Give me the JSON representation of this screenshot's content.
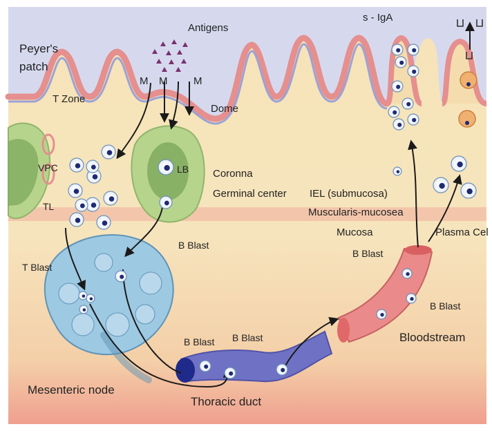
{
  "labels": {
    "peyers_patch_line1": "Peyer's",
    "peyers_patch_line2": "patch",
    "antigens": "Antigens",
    "siga": "s - IgA",
    "m1": "M",
    "m2": "M",
    "m3": "M",
    "t_zone": "T Zone",
    "dome": "Dome",
    "vpc": "VPC",
    "lb": "LB",
    "coronna": "Coronna",
    "germinal_center": "Germinal center",
    "tl": "TL",
    "iel": "IEL (submucosa)",
    "muscularis": "Muscularis-mucosea",
    "mucosa": "Mucosa",
    "plasma_cell": "Plasma Cel",
    "b_blast_node": "B Blast",
    "t_blast": "T Blast",
    "b_blast_vessel_top": "B Blast",
    "b_blast_vessel_right": "B Blast",
    "bloodstream": "Bloodstream",
    "b_blast_duct_1": "B Blast",
    "b_blast_duct_2": "B Blast",
    "mesenteric_node": "Mesenteric node",
    "thoracic_duct": "Thoracic duct"
  },
  "colors": {
    "lumen": "#d6d9ee",
    "epithelium": "#e58f8f",
    "lamina": "#f5dcae",
    "muscularis_band": "#f2b9a4",
    "submucosa": "#f6e6bd",
    "follicle": "#b7d48c",
    "germinal": "#79a65a",
    "node": "#9ec9e2",
    "duct": "#6f72c4",
    "blood": "#ea8a8a",
    "arrow": "#1a1a1a"
  }
}
